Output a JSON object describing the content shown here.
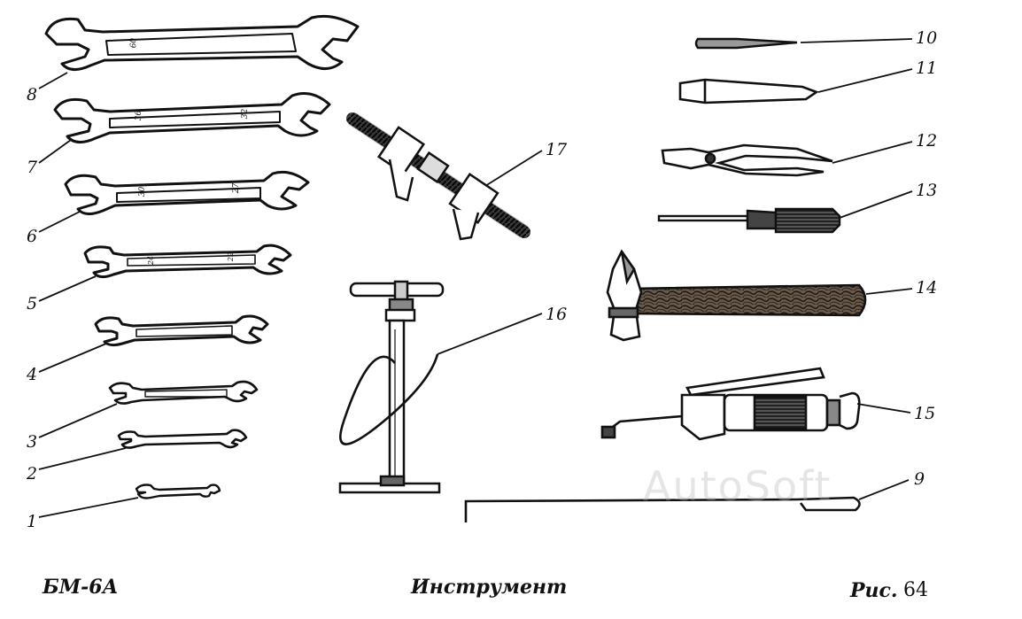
{
  "labels": {
    "l1": "1",
    "l2": "2",
    "l3": "3",
    "l4": "4",
    "l5": "5",
    "l6": "6",
    "l7": "7",
    "l8": "8",
    "l9": "9",
    "l10": "10",
    "l11": "11",
    "l12": "12",
    "l13": "13",
    "l14": "14",
    "l15": "15",
    "l16": "16",
    "l17": "17"
  },
  "wrench_sizes": {
    "w8": "60",
    "w7a": "36",
    "w7b": "32",
    "w6a": "30",
    "w6b": "27",
    "w5a": "24",
    "w5b": "22"
  },
  "footer": {
    "model": "БМ-6А",
    "title": "Инструмент",
    "fig_prefix": "Рис.",
    "fig_number": "64"
  },
  "watermark": "AutoSoft",
  "colors": {
    "ink": "#111111",
    "background": "#ffffff",
    "watermark": "#b4b4b4"
  }
}
